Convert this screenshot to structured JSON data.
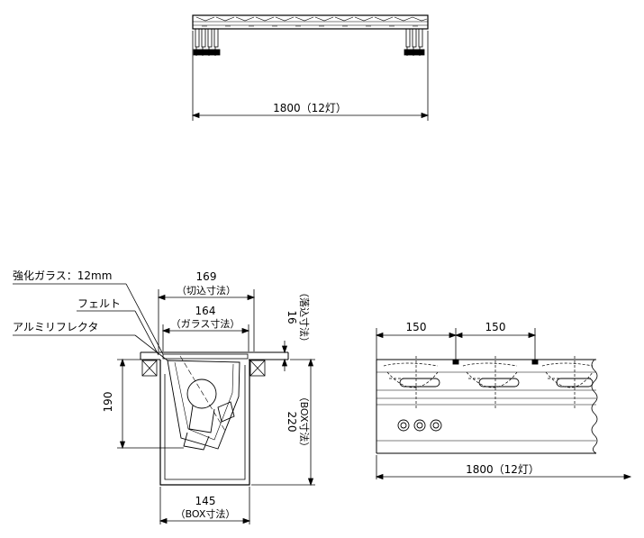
{
  "top_view": {
    "dim_width": "1800（12灯）"
  },
  "section_view": {
    "callouts": {
      "glass": "強化ガラス：12mm",
      "felt": "フェルト",
      "reflector": "アルミリフレクタ"
    },
    "dim_cutout": {
      "value": "169",
      "note": "（切込寸法）"
    },
    "dim_glass": {
      "value": "164",
      "note": "（ガラス寸法）"
    },
    "dim_recess": {
      "value": "16",
      "note": "（落込寸法）"
    },
    "dim_height_lamp": "190",
    "dim_box_height": {
      "value": "220",
      "note": "（BOX寸法）"
    },
    "dim_box_width": {
      "value": "145",
      "note": "（BOX寸法）"
    }
  },
  "side_view": {
    "pitch_1": "150",
    "pitch_2": "150",
    "dim_width": "1800（12灯）"
  }
}
